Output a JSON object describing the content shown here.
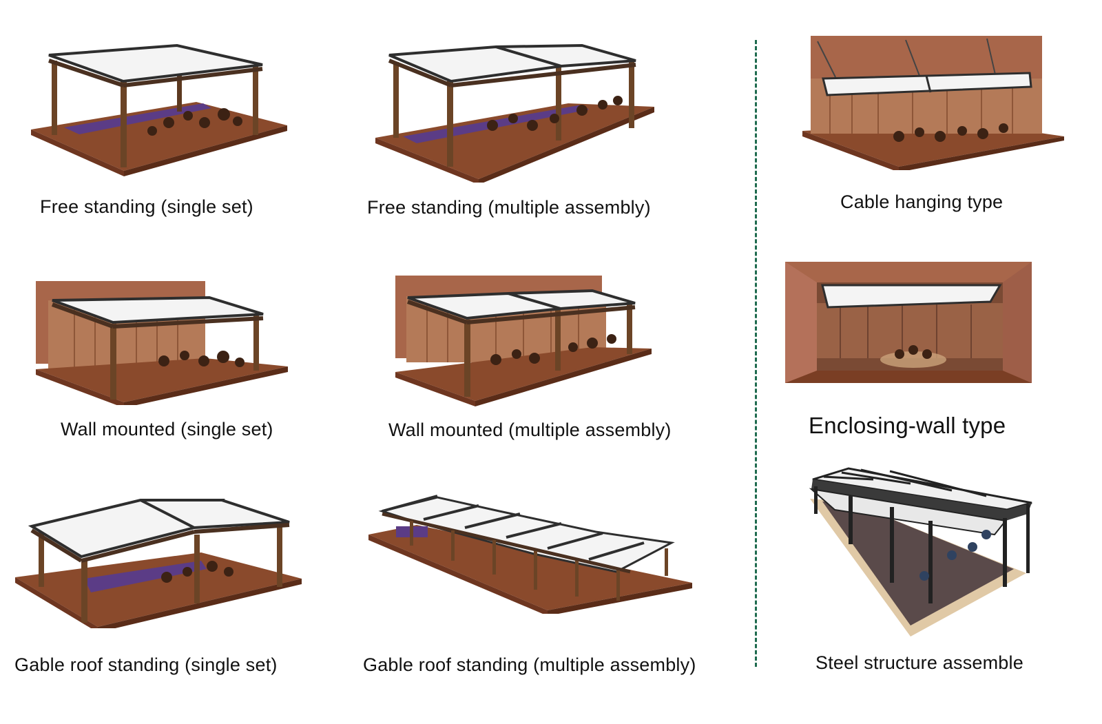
{
  "captions": {
    "free_single": "Free standing (single set)",
    "free_multi": "Free standing (multiple assembly)",
    "cable": "Cable hanging type",
    "wall_single": "Wall mounted (single set)",
    "wall_multi": "Wall mounted (multiple assembly)",
    "enclosing": "Enclosing-wall type",
    "gable_single": "Gable roof standing (single set)",
    "gable_multi": "Gable roof standing (multiple assembly)",
    "steel": "Steel structure assemble"
  },
  "colors": {
    "wood_deck": "#8a4a2c",
    "wood_frame": "#6b4426",
    "fabric": "#f4f4f4",
    "wall": "#b06e4c",
    "steel": "#2a2a2a",
    "divider": "#1f6b4f",
    "accent_purple": "#6a4c9c"
  }
}
